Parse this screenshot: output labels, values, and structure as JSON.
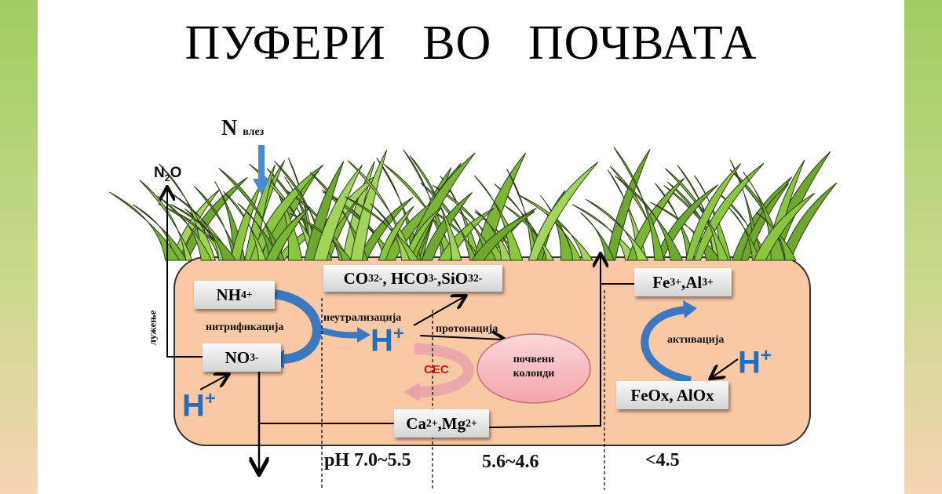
{
  "title": "ПУФЕРИ   ВО   ПОЧВАТА",
  "n_input": {
    "symbol": "N",
    "label": "влез"
  },
  "n2o": {
    "main": "N",
    "sub": "2",
    "tail": "O"
  },
  "leaching": "лужење",
  "nh4": {
    "main": "NH",
    "sub": "4",
    "sup": "+"
  },
  "no3": {
    "main": "NO",
    "sub": "3",
    "sup": "-"
  },
  "nitrification": "нитрификација",
  "neutralization": "неутрализација",
  "protonation": "протонација",
  "activation": "активација",
  "colloids": {
    "line1": "почвени",
    "line2": "колоиди"
  },
  "cec": "CEC",
  "hplus": {
    "main": "H",
    "sup": "+"
  },
  "carbonates": {
    "a": "CO",
    "a_sub": "3",
    "a_sup": "2-",
    "b": ", HCO",
    "b_sub": "3",
    "b_sup": "-",
    "c": ",SiO",
    "c_sub": "3",
    "c_sup": "2-"
  },
  "ca_mg": {
    "a": "Ca",
    "a_sup": "2+",
    "b": ",Mg",
    "b_sup": "2+"
  },
  "fe_al": {
    "a": "Fe",
    "a_sup": "3+",
    "b": ",Al",
    "b_sup": "3+"
  },
  "oxides": "FeOx, AlOx",
  "ph_ranges": [
    "pH 7.0~5.5",
    "5.6~4.6",
    "<4.5"
  ],
  "colors": {
    "soil": "#f9c9a6",
    "arrow_blue": "#3a78c0",
    "hplus": "#1f6fc0",
    "cec": "#e01010",
    "grass": "#8cc641"
  }
}
